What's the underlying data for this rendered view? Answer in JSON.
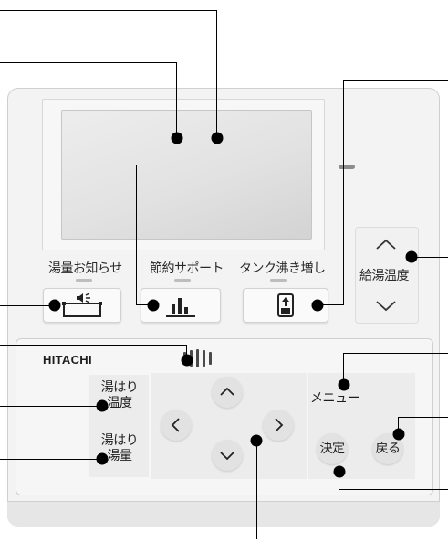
{
  "brand": "HITACHI",
  "buttons": {
    "volume_notice": "湯量お知らせ",
    "eco_support": "節約サポート",
    "tank_boost": "タンク沸き増し",
    "supply_temp": "給湯温度"
  },
  "panel": {
    "fill_temp_line1": "湯はり",
    "fill_temp_line2": "温度",
    "fill_volume_line1": "湯はり",
    "fill_volume_line2": "湯量",
    "menu": "メニュー",
    "back": "戻る",
    "enter": "決定"
  },
  "icons": {
    "volume_notice": "speaker-bath-icon",
    "eco_support": "bar-chart-icon",
    "tank_boost": "tank-up-arrow-icon",
    "supply_temp_up": "chevron-up-icon",
    "supply_temp_down": "chevron-down-icon"
  }
}
